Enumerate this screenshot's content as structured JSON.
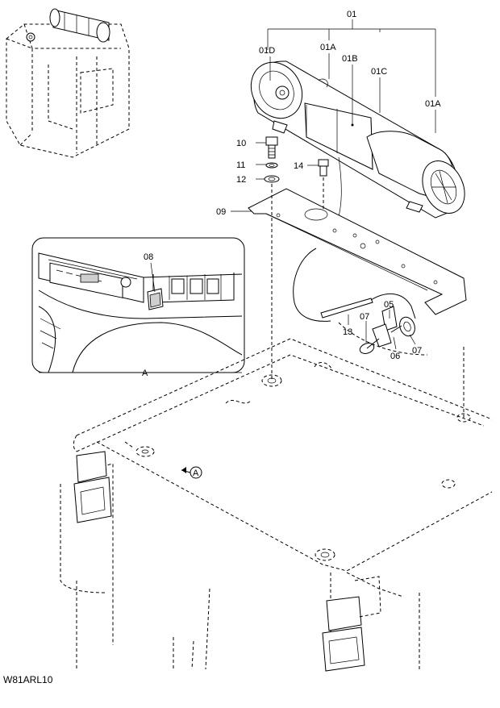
{
  "figure_code": "W81ARL10",
  "callouts": {
    "c01": "01",
    "c01a_1": "01A",
    "c01a_2": "01A",
    "c01b": "01B",
    "c01c": "01C",
    "c01d": "01D",
    "c05": "05",
    "c06": "06",
    "c07_1": "07",
    "c07_2": "07",
    "c08": "08",
    "c09": "09",
    "c10": "10",
    "c11": "11",
    "c12": "12",
    "c13": "13",
    "c14": "14"
  },
  "view_label": "A",
  "view_marker": "A"
}
